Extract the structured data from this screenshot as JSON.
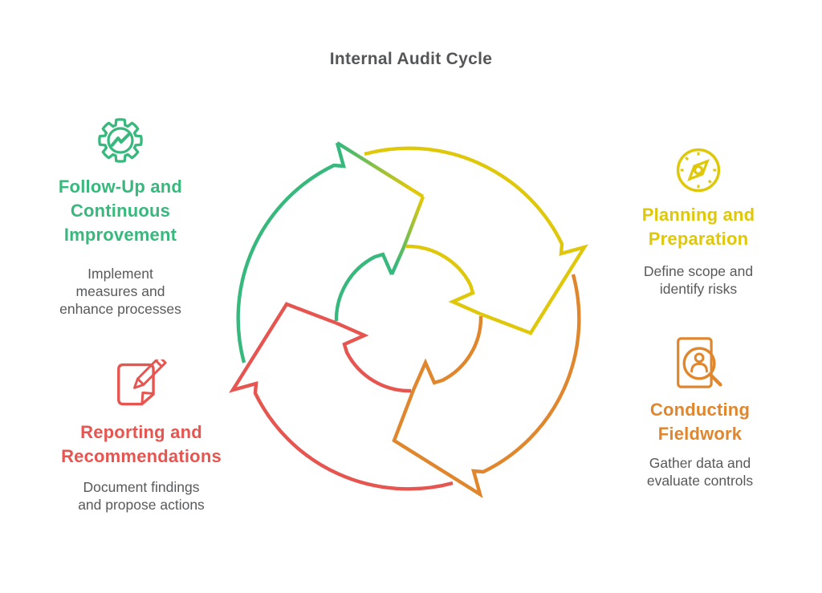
{
  "title": "Internal Audit Cycle",
  "colors": {
    "green": "#37b87c",
    "yellow": "#dfc70a",
    "orange": "#e0862d",
    "red": "#e65550",
    "text_gray": "#58595b",
    "title_gray": "#555658"
  },
  "cycle": {
    "direction": "clockwise",
    "rings": 2,
    "order": [
      "follow-up",
      "planning",
      "fieldwork",
      "reporting"
    ]
  },
  "steps": [
    {
      "id": "follow-up",
      "icon": "gear-chart-icon",
      "title": "Follow-Up and\nContinuous\nImprovement",
      "description": "Implement\nmeasures and\nenhance processes",
      "color": "green"
    },
    {
      "id": "planning",
      "icon": "compass-icon",
      "title": "Planning and\nPreparation",
      "description": "Define scope and\nidentify risks",
      "color": "yellow"
    },
    {
      "id": "fieldwork",
      "icon": "magnifier-document-icon",
      "title": "Conducting\nFieldwork",
      "description": "Gather data and\nevaluate controls",
      "color": "orange"
    },
    {
      "id": "reporting",
      "icon": "pencil-document-icon",
      "title": "Reporting and\nRecommendations",
      "description": "Document findings\nand propose actions",
      "color": "red"
    }
  ]
}
